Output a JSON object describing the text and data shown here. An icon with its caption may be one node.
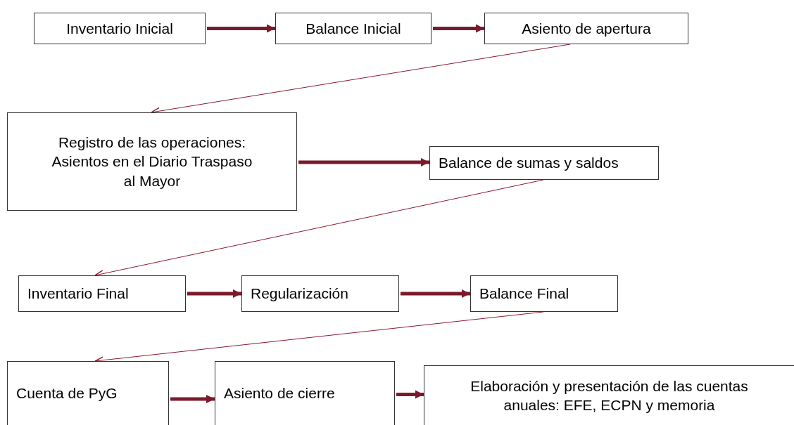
{
  "diagram": {
    "nodes": [
      {
        "text": [
          "Inventario Inicial"
        ]
      },
      {
        "text": [
          "Balance Inicial"
        ]
      },
      {
        "text": [
          "Asiento de apertura"
        ]
      },
      {
        "text": [
          "Registro de las operaciones: Asientos en el Diario Traspaso al Mayor"
        ]
      },
      {
        "text": [
          "Balance de sumas y saldos"
        ]
      },
      {
        "text": [
          "Inventario Final"
        ]
      },
      {
        "text": [
          "Regularización"
        ]
      },
      {
        "text": [
          "Balance Final"
        ]
      },
      {
        "text": [
          "Cuenta de PyG"
        ]
      },
      {
        "text": [
          "Asiento de cierre"
        ]
      },
      {
        "text": [
          "Elaboración y presentación de las cuentas anuales: EFE, ECPN y memoria"
        ]
      }
    ],
    "edges": [
      {
        "from": 0,
        "to": 1,
        "arrow": "to"
      },
      {
        "from": 1,
        "to": 2,
        "arrow": "to"
      },
      {
        "from": 2,
        "to": 3,
        "arrow": "to"
      },
      {
        "from": 3,
        "to": 4,
        "arrow": "to"
      },
      {
        "from": 4,
        "to": 5,
        "arrow": "to"
      },
      {
        "from": 5,
        "to": 6,
        "arrow": "to"
      },
      {
        "from": 6,
        "to": 7,
        "arrow": "to"
      },
      {
        "from": 7,
        "to": 8,
        "arrow": "to"
      },
      {
        "from": 8,
        "to": 9,
        "arrow": "to"
      },
      {
        "from": 9,
        "to": 10,
        "arrow": "to"
      }
    ]
  }
}
